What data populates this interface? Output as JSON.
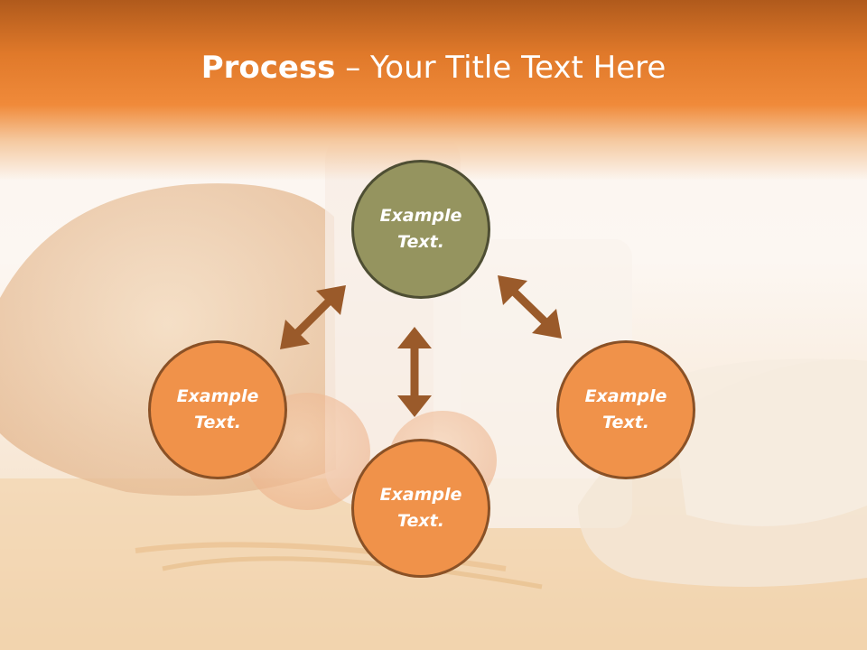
{
  "slide": {
    "title_bold": "Process",
    "title_rest": " – Your Title Text Here"
  },
  "diagram": {
    "nodes": [
      {
        "id": "top",
        "text": "Example\nText."
      },
      {
        "id": "left",
        "text": "Example\nText."
      },
      {
        "id": "bottom",
        "text": "Example\nText."
      },
      {
        "id": "right",
        "text": "Example\nText."
      }
    ],
    "colors": {
      "header": "#e0792a",
      "top_node": "#95945f",
      "orange_node": "#f0924a",
      "arrow": "#9a5a2a"
    }
  }
}
